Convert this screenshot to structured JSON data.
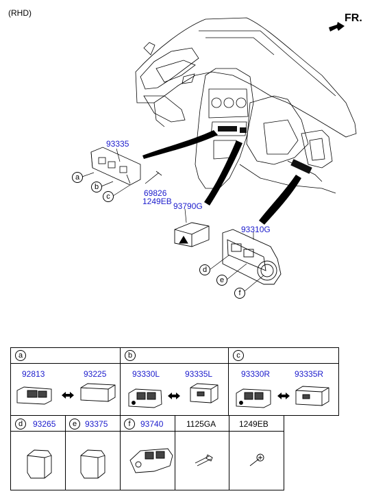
{
  "header": {
    "variant": "(RHD)",
    "direction": "FR."
  },
  "callouts": {
    "p93335": "93335",
    "p69826": "69826",
    "p1249eb": "1249EB",
    "p93790g": "93790G",
    "p93310g": "93310G",
    "a": "a",
    "b": "b",
    "c": "c",
    "d": "d",
    "e": "e",
    "f": "f"
  },
  "table": {
    "row1": [
      {
        "letter": "a",
        "left_part": "92813",
        "right_part": "93225"
      },
      {
        "letter": "b",
        "left_part": "93330L",
        "right_part": "93335L"
      },
      {
        "letter": "c",
        "left_part": "93330R",
        "right_part": "93335R"
      }
    ],
    "row2": [
      {
        "letter": "d",
        "part": "93265"
      },
      {
        "letter": "e",
        "part": "93375"
      },
      {
        "letter": "f",
        "part": "93740"
      },
      {
        "letter": "",
        "part": "1125GA"
      },
      {
        "letter": "",
        "part": "1249EB"
      }
    ]
  },
  "colors": {
    "label": "#1a1acc",
    "line": "#000000"
  }
}
